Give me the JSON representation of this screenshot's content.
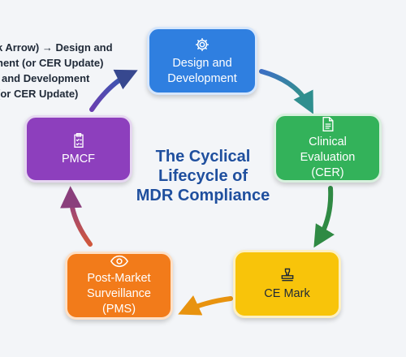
{
  "overlay_text": {
    "lines": [
      "k Arrow) → Design and",
      "nent (or CER Update)",
      "and Development",
      "(or CER Update)"
    ]
  },
  "title": {
    "lines": [
      "The Cyclical",
      "Lifecycle of",
      "MDR Compliance"
    ]
  },
  "nodes": [
    {
      "id": "design",
      "label": "Design and\nDevelopment",
      "icon": "gear-icon",
      "color": "#2f7fe0"
    },
    {
      "id": "cer",
      "label": "Clinical\nEvaluation\n(CER)",
      "icon": "document-icon",
      "color": "#33b25a"
    },
    {
      "id": "ce",
      "label": "CE Mark",
      "icon": "stamp-icon",
      "color": "#f8c40a"
    },
    {
      "id": "pms",
      "label": "Post-Market\nSurveillance\n(PMS)",
      "icon": "eye-icon",
      "color": "#f27b1a"
    },
    {
      "id": "pmcf",
      "label": "PMCF",
      "icon": "clipboard-icon",
      "color": "#8d3fbd"
    }
  ],
  "colors": {
    "arrow_teal": "#2f8f8f",
    "arrow_green": "#2f8a44",
    "arrow_orange": "#e8930f",
    "arrow_purple_red": "#8a3f7c",
    "arrow_navy": "#37488f",
    "title": "#1f4f9e",
    "background": "#f3f5f8"
  }
}
